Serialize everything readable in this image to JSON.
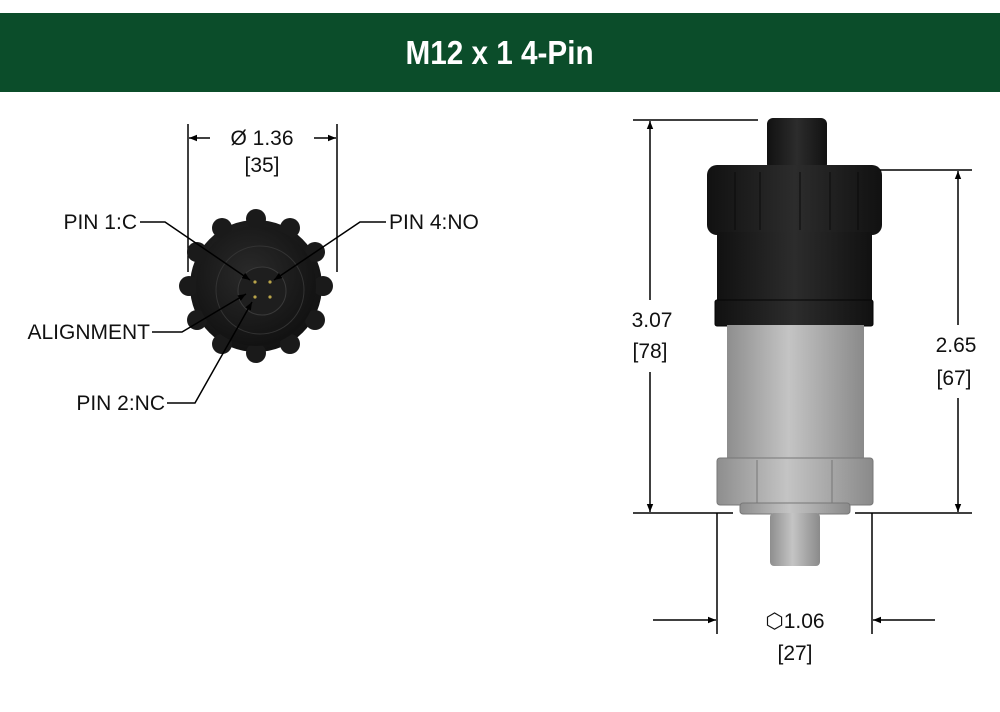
{
  "header": {
    "title": "M12 x 1 4-Pin"
  },
  "colors": {
    "header_bg": "#0b4d2a",
    "connector": "#1c1c1c",
    "body_metal": "#a9a9a9"
  },
  "face_view": {
    "diameter": {
      "inches": "Ø 1.36",
      "mm": "[35]"
    },
    "labels": {
      "pin1": "PIN 1:C",
      "pin4": "PIN 4:NO",
      "alignment": "ALIGNMENT",
      "pin2": "PIN 2:NC"
    }
  },
  "side_view": {
    "overall_height": {
      "inches": "3.07",
      "mm": "[78]"
    },
    "body_height": {
      "inches": "2.65",
      "mm": "[67]"
    },
    "hex_width": {
      "inches": "⬡1.06",
      "mm": "[27]"
    }
  }
}
